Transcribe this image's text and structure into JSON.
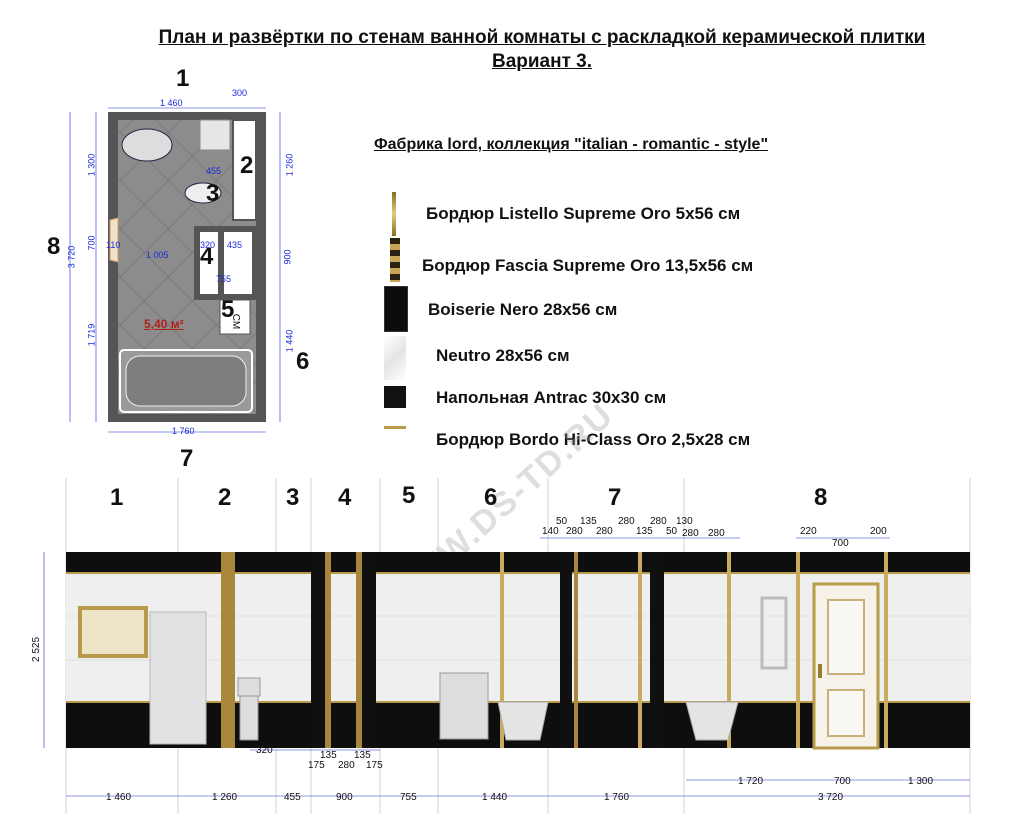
{
  "title": {
    "line1": "План и развёртки по стенам ванной комнаты с раскладкой керамической плитки",
    "line2": "Вариант 3."
  },
  "factory": "Фабрика  lord, коллекция  \"italian - romantic - style\"",
  "legend": [
    {
      "label": "Бордюр Listello Supreme Oro 5x56 см",
      "swatch": "listello"
    },
    {
      "label": "Бордюр Fascia Supreme Oro 13,5x56 см",
      "swatch": "fascia"
    },
    {
      "label": "Boiserie Nero 28x56 см",
      "swatch": "nero"
    },
    {
      "label": "Neutro 28x56 см",
      "swatch": "neutro"
    },
    {
      "label": "Напольная  Antrac 30x30  см",
      "swatch": "antrac"
    },
    {
      "label": "Бордюр Bordo Hi-Class Oro 2,5x28 см",
      "swatch": "bordo"
    }
  ],
  "plan": {
    "wall_numbers": {
      "w1": "1",
      "w2": "2",
      "w3": "3",
      "w4": "4",
      "w5": "5",
      "w6": "6",
      "w7": "7",
      "w8": "8"
    },
    "dims": {
      "top1": "1 460",
      "top2": "300",
      "left_total": "3 720",
      "left_a": "1 300",
      "left_b": "700",
      "left_c": "1 719",
      "right_a": "1 260",
      "right_b": "900",
      "right_c": "1 440",
      "bottom": "1 760",
      "in_455": "455",
      "in_110": "110",
      "in_1005": "1 005",
      "in_320": "320",
      "in_435": "435",
      "in_755": "755"
    },
    "area": "5,40 м²",
    "wm_label": "СМ"
  },
  "elevation": {
    "wall_numbers": [
      "1",
      "2",
      "3",
      "4",
      "5",
      "6",
      "7",
      "8"
    ],
    "height": "2 525",
    "top_dims_7": [
      "50",
      "135",
      "280",
      "280",
      "130",
      "140",
      "280",
      "280",
      "135",
      "50",
      "280",
      "280"
    ],
    "top_dims_8": [
      "220",
      "700",
      "200"
    ],
    "bottom_dims": [
      "1 460",
      "1 260",
      "455",
      "900",
      "755",
      "1 440",
      "1 760",
      "3 720"
    ],
    "bottom_dims_small": [
      "320",
      "135",
      "135",
      "175",
      "280",
      "175"
    ],
    "bottom_dims_row2": [
      "1 720",
      "700",
      "1 300"
    ]
  },
  "watermark": "WWW.DS-TD.RU",
  "colors": {
    "nero": "#111111",
    "gold": "#b89a4a",
    "neutro": "#eeeeee",
    "floor": "#8a8a8a",
    "wall": "#555555",
    "dim_blue": "#1a2bd8",
    "area_red": "#b0201a"
  }
}
